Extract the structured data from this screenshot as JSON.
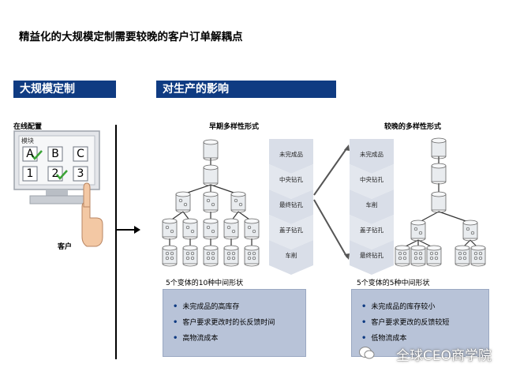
{
  "title": "精益化的大规模定制需要较晚的客户订单解耦点",
  "left_band": "大规模定制",
  "right_band": "对生产的影响",
  "online_config": "在线配置",
  "screen": {
    "module_label": "模块",
    "cells": [
      "A",
      "B",
      "C",
      "1",
      "2",
      "3"
    ]
  },
  "customer_label": "客户",
  "early": {
    "heading": "早期多样性形式",
    "stages": [
      "未完成品",
      "中央钻孔",
      "最终钻孔",
      "盖子钻孔",
      "车削"
    ],
    "caption": "5个变体的10种中间形状",
    "bullets": [
      "未完成品的高库存",
      "客户要求更改时的长反馈时间",
      "高物流成本"
    ]
  },
  "late": {
    "heading": "较晚的多样性形式",
    "stages": [
      "未完成品",
      "中央钻孔",
      "车削",
      "盖子钻孔",
      "最终钻孔"
    ],
    "caption": "5个变体的5种中间形状",
    "bullets": [
      "未完成品的库存较小",
      "客户要求更改的反馈较短",
      "低物流成本"
    ]
  },
  "watermark": "全球CEO商学院",
  "colors": {
    "band": "#0f3b82",
    "box": "#b8c3d8",
    "check": "#3aa335",
    "arrow_col": "#d3d9e4"
  }
}
